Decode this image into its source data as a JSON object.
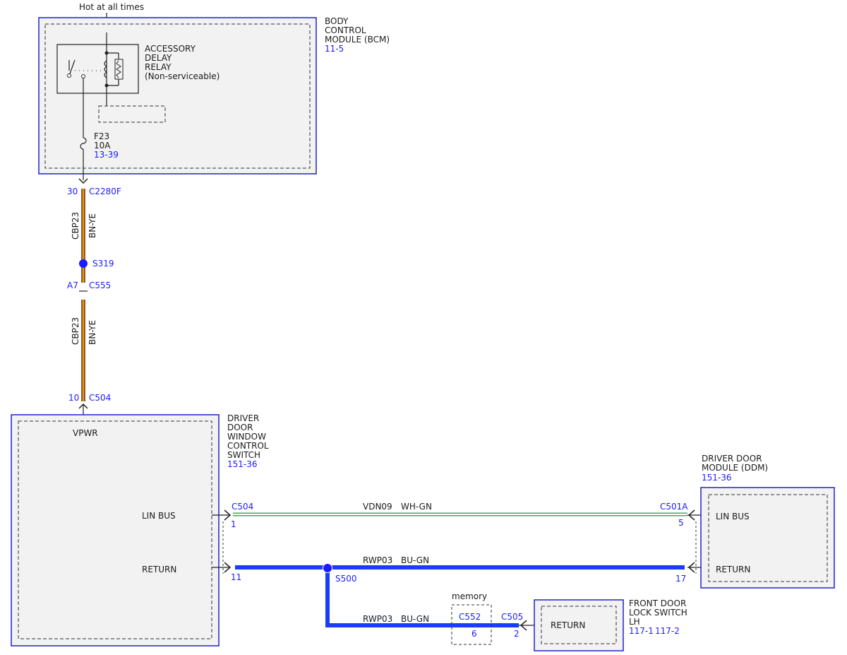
{
  "header": {
    "hot_label": "Hot at all times"
  },
  "bcm": {
    "name_lines": [
      "BODY",
      "CONTROL",
      "MODULE (BCM)"
    ],
    "ref": "11-5",
    "relay_lines": [
      "ACCESSORY",
      "DELAY",
      "RELAY",
      "(Non-serviceable)"
    ],
    "fuse_name": "F23",
    "fuse_rating": "10A",
    "fuse_ref": "13-39"
  },
  "vertical_circuit": {
    "conn_top_pin": "30",
    "conn_top": "C2280F",
    "circuit": "CBP23",
    "color": "BN-YE",
    "splice": "S319",
    "inline_pin": "A7",
    "inline_conn": "C555",
    "conn_bottom_pin": "10",
    "conn_bottom": "C504"
  },
  "window_switch": {
    "name_lines": [
      "DRIVER",
      "DOOR",
      "WINDOW",
      "CONTROL",
      "SWITCH"
    ],
    "ref": "151-36",
    "vpwr": "VPWR",
    "lin_bus": "LIN BUS",
    "return": "RETURN"
  },
  "lin_circuit": {
    "left_conn": "C504",
    "left_pin": "1",
    "circuit": "VDN09",
    "color": "WH-GN",
    "right_conn": "C501A",
    "right_pin": "5"
  },
  "return_circuit": {
    "left_pin": "11",
    "splice": "S500",
    "circuit": "RWP03",
    "color": "BU-GN",
    "right_pin": "17"
  },
  "lower_return": {
    "circuit": "RWP03",
    "color": "BU-GN",
    "memory_label": "memory",
    "mem_conn": "C552",
    "mem_pin": "6",
    "conn": "C505",
    "pin": "2"
  },
  "ddm": {
    "name_lines": [
      "DRIVER DOOR",
      "MODULE (DDM)"
    ],
    "ref": "151-36",
    "lin_bus": "LIN BUS",
    "return": "RETURN"
  },
  "lock_switch": {
    "name_lines": [
      "FRONT DOOR",
      "LOCK SWITCH",
      "LH"
    ],
    "ref1": "117-1",
    "ref2": "117-2",
    "return": "RETURN"
  },
  "colors": {
    "blue": "#1a1aff",
    "wire_bn": "#a0522d",
    "wire_ye": "#e6b800",
    "wire_bu": "#1a3cff",
    "wire_gn": "#4aa84a"
  }
}
